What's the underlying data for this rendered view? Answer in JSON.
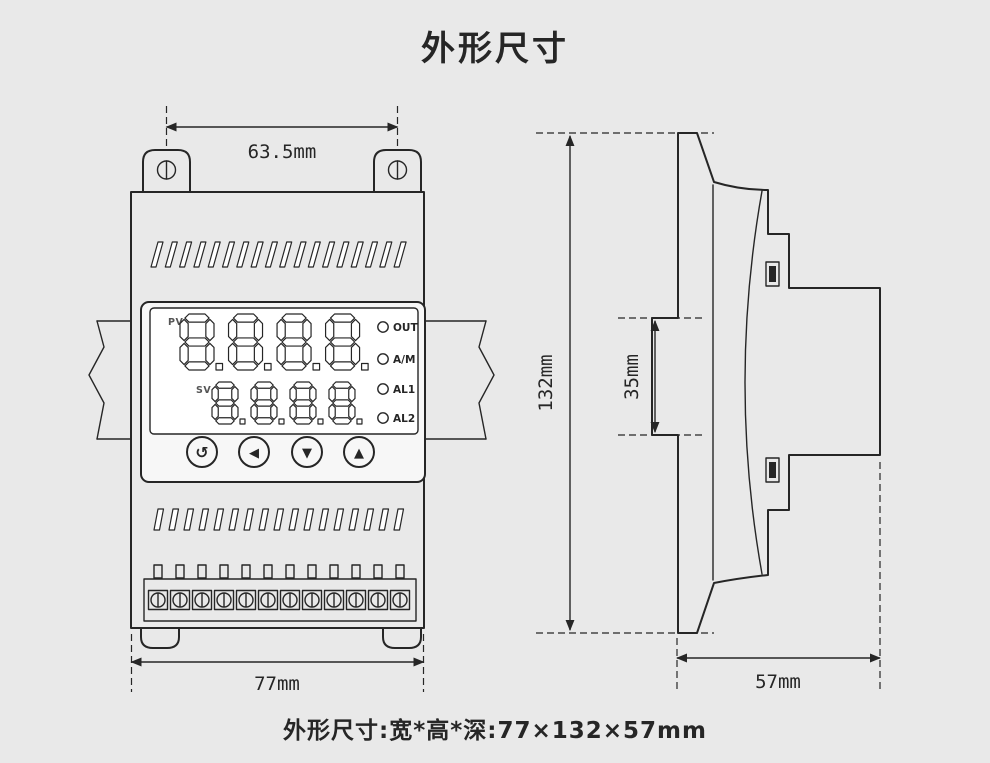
{
  "title": "外形尺寸",
  "caption": "外形尺寸:宽*高*深:77×132×57mm",
  "colors": {
    "background": "#e9e9e9",
    "line": "#262626",
    "display_fill": "#ffffff"
  },
  "front_view": {
    "dim_width_top": "63.5mm",
    "dim_width_bottom": "77mm",
    "panel": {
      "pv_label": "PV",
      "sv_label": "SV",
      "pv_value": "8.8.8.8.",
      "sv_value": "8.8.8.8.",
      "indicators": [
        {
          "label": "OUT"
        },
        {
          "label": "A/M"
        },
        {
          "label": "AL1"
        },
        {
          "label": "AL2"
        }
      ],
      "buttons": [
        {
          "name": "set",
          "glyph": "↺"
        },
        {
          "name": "shift-left",
          "glyph": "◀"
        },
        {
          "name": "down",
          "glyph": "▼"
        },
        {
          "name": "up",
          "glyph": "▲"
        }
      ]
    }
  },
  "side_view": {
    "dim_height": "132mm",
    "dim_rail": "35mm",
    "dim_depth": "57mm"
  }
}
